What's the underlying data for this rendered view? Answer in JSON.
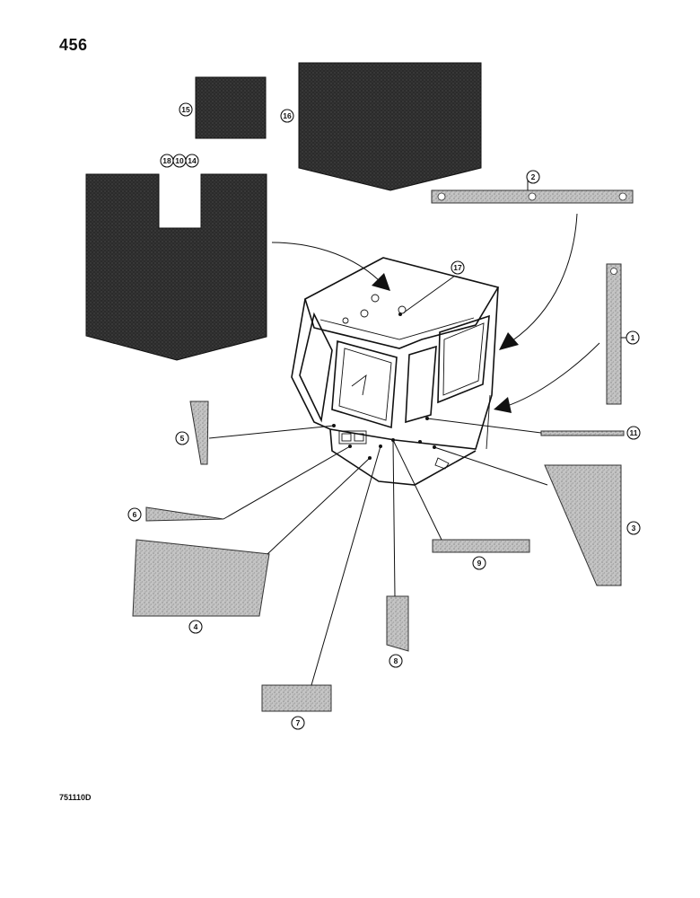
{
  "page": {
    "number": "456",
    "figure_code": "751110D"
  },
  "callouts": {
    "c1": "1",
    "c2": "2",
    "c3": "3",
    "c4": "4",
    "c5": "5",
    "c6": "6",
    "c7": "7",
    "c8": "8",
    "c9": "9",
    "c11": "11",
    "c15": "15",
    "c16": "16",
    "c17": "17",
    "c18": "18",
    "c10": "10",
    "c14": "14"
  },
  "colors": {
    "dark_pad": "#2a2a2a",
    "light_pad": "#b9b9b9",
    "line": "#111111"
  }
}
